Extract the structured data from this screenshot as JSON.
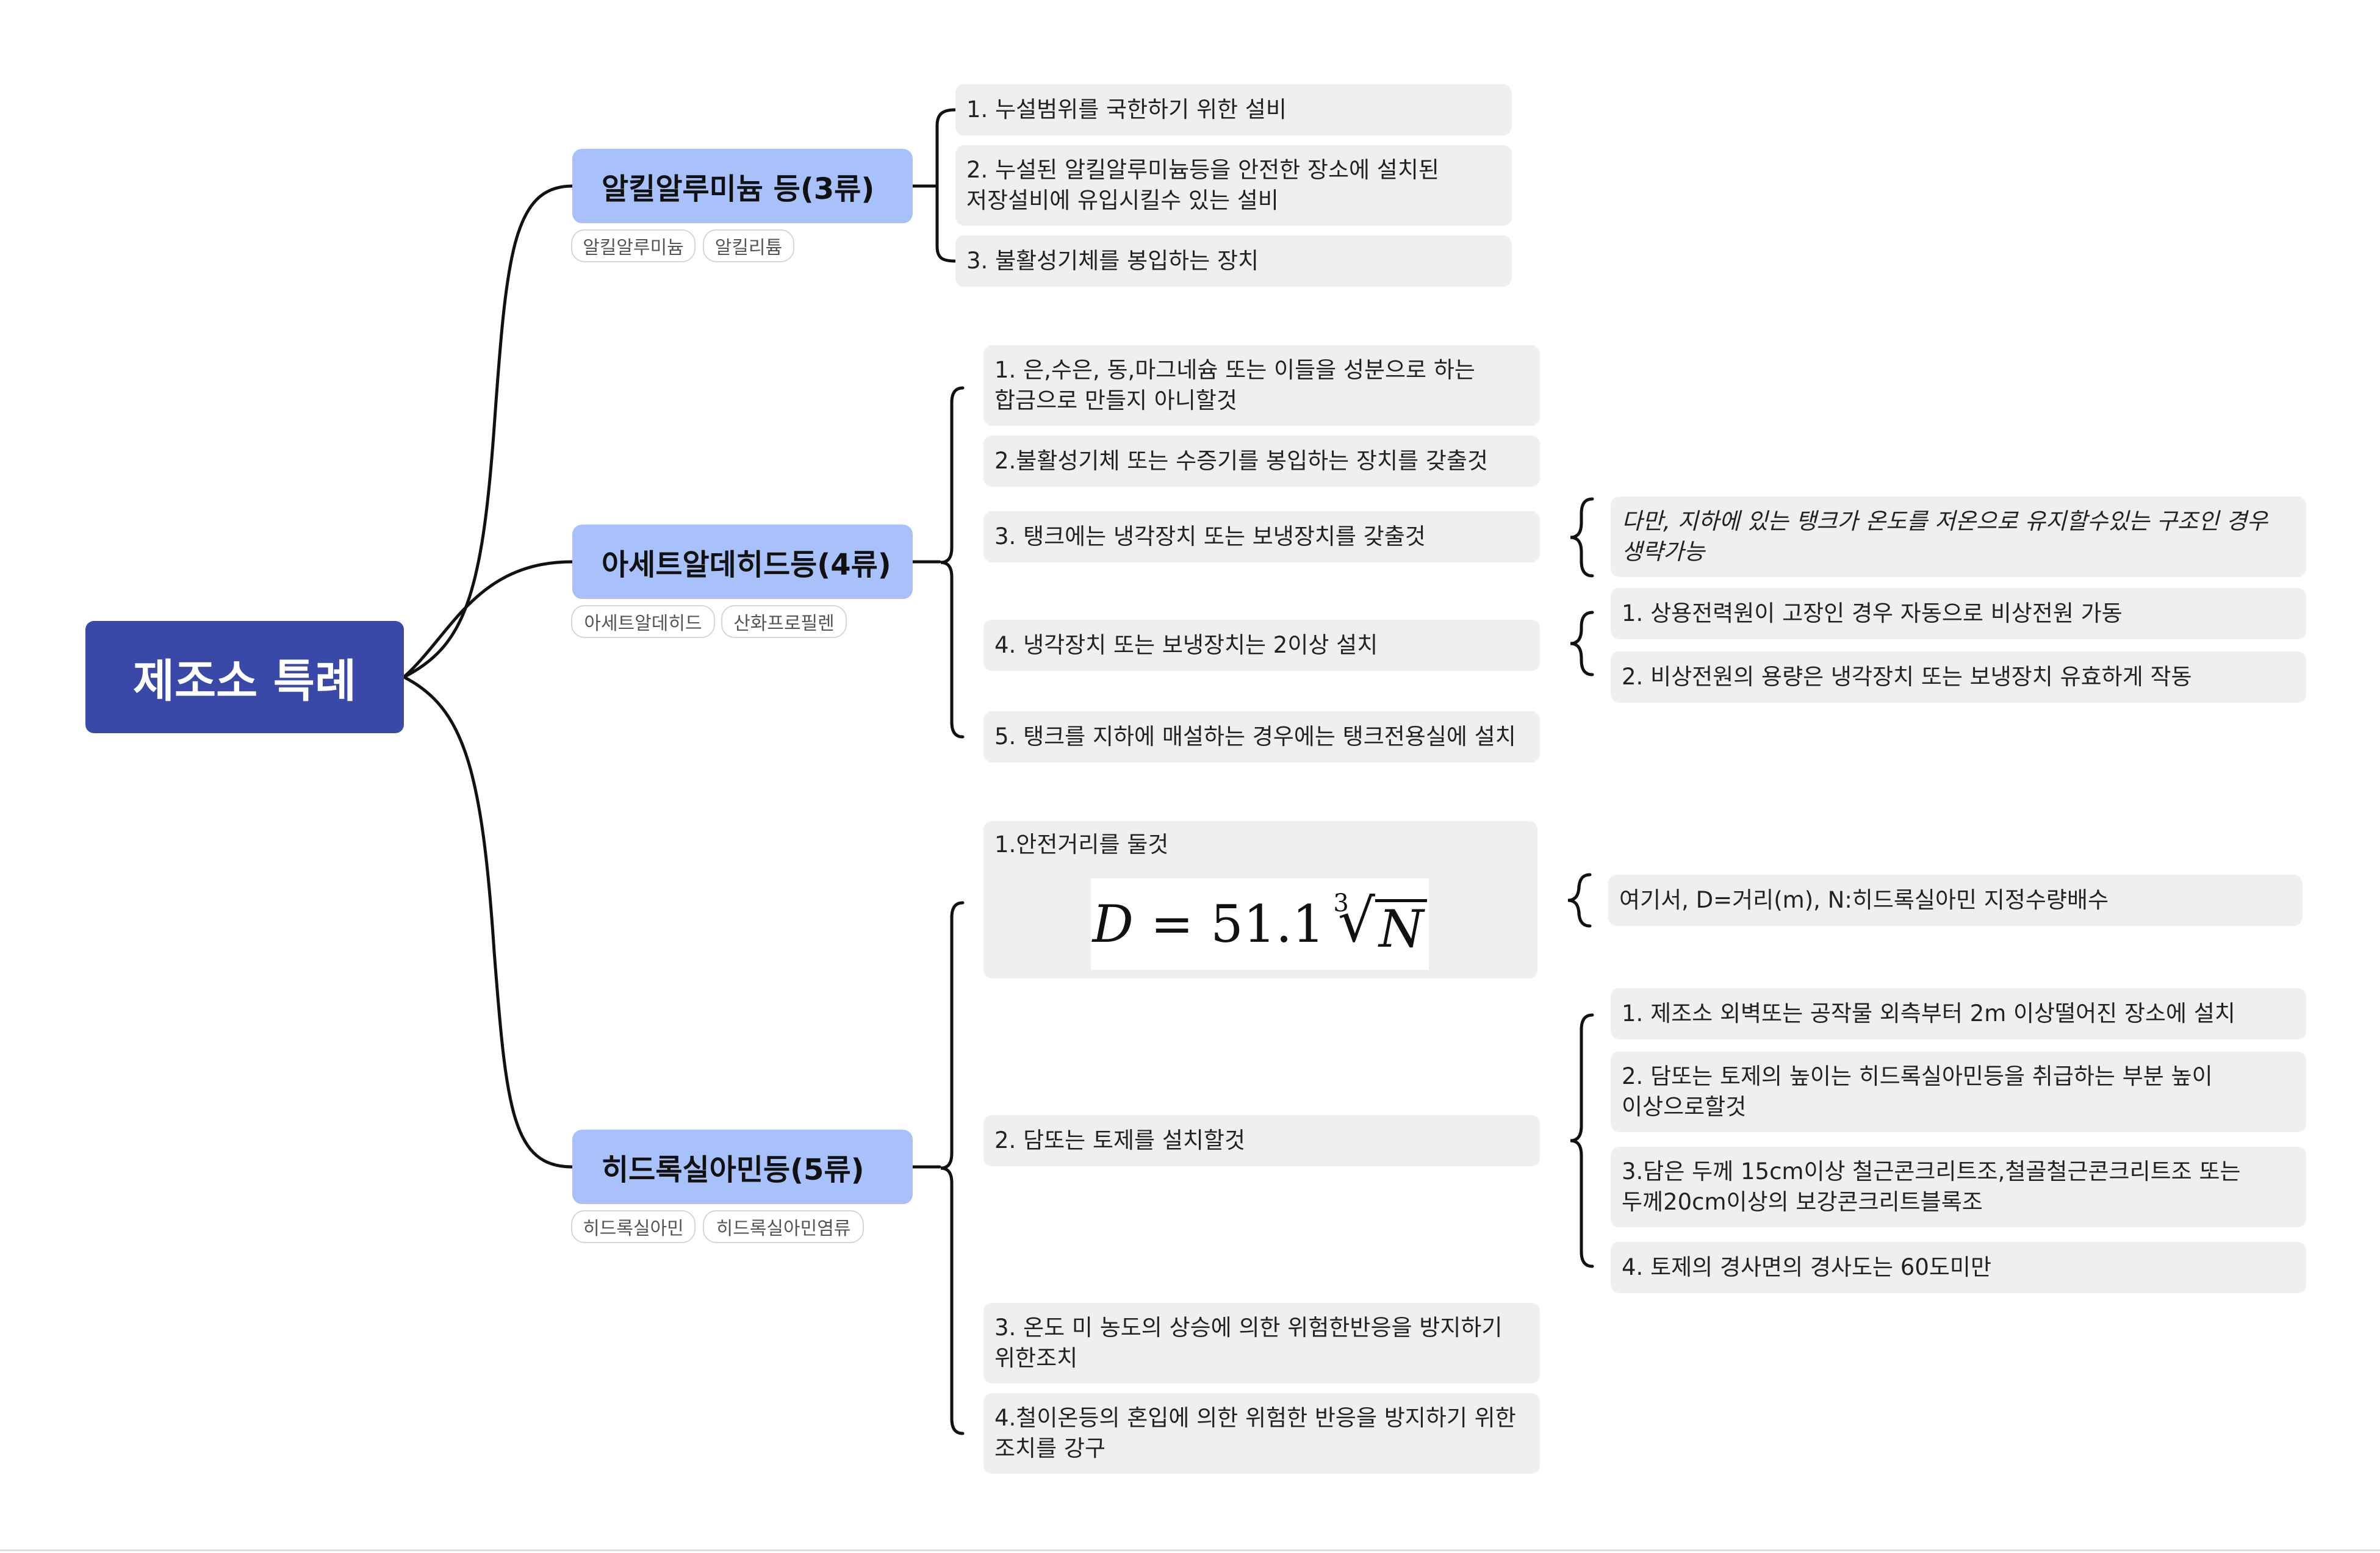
{
  "root": {
    "label": "제조소 특례"
  },
  "categories": [
    {
      "label": "알킬알루미늄 등(3류)",
      "tags": [
        "알킬알루미늄",
        "알킬리튬"
      ],
      "items": [
        {
          "lines": [
            "1. 누설범위를 국한하기 위한 설비"
          ]
        },
        {
          "lines": [
            "2. 누설된 알킬알루미늄등을 안전한 장소에 설치된",
            "저장설비에 유입시킬수 있는 설비"
          ]
        },
        {
          "lines": [
            "3. 불활성기체를 봉입하는 장치"
          ]
        }
      ]
    },
    {
      "label": "아세트알데히드등(4류)",
      "tags": [
        "아세트알데히드",
        "산화프로필렌"
      ],
      "items": [
        {
          "lines": [
            "1. 은,수은, 동,마그네슘 또는 이들을 성분으로 하는",
            "합금으로 만들지 아니할것"
          ]
        },
        {
          "lines": [
            "2.불활성기체 또는 수증기를 봉입하는 장치를 갖출것"
          ]
        },
        {
          "lines": [
            "3. 탱크에는 냉각장치 또는 보냉장치를 갖출것"
          ],
          "notes": [
            {
              "lines": [
                "다만, 지하에 있는 탱크가 온도를 저온으로 유지할수있는 구조인 경우",
                "생략가능"
              ]
            }
          ]
        },
        {
          "lines": [
            "4. 냉각장치 또는 보냉장치는 2이상 설치"
          ],
          "notes": [
            {
              "lines": [
                "1. 상용전력원이 고장인 경우 자동으로 비상전원 가동"
              ]
            },
            {
              "lines": [
                "2. 비상전원의 용량은 냉각장치 또는 보냉장치 유효하게 작동"
              ]
            }
          ]
        },
        {
          "lines": [
            "5. 탱크를 지하에 매설하는 경우에는 탱크전용실에 설치"
          ]
        }
      ]
    },
    {
      "label": "히드록실아민등(5류)",
      "tags": [
        "히드록실아민",
        "히드록실아민염류"
      ],
      "items": [
        {
          "lines": [
            "1.안전거리를 둘것"
          ],
          "formula": {
            "var": "D",
            "op": "=",
            "coef": "51.1",
            "index": "3",
            "radicand": "N"
          },
          "notes": [
            {
              "lines": [
                "여기서, D=거리(m), N:히드록실아민 지정수량배수"
              ]
            }
          ]
        },
        {
          "lines": [
            "2. 담또는 토제를 설치할것"
          ],
          "notes": [
            {
              "lines": [
                "1. 제조소 외벽또는 공작물 외측부터 2m 이상떨어진 장소에 설치"
              ]
            },
            {
              "lines": [
                "2. 담또는 토제의 높이는 히드록실아민등을 취급하는 부분 높이",
                "이상으로할것"
              ]
            },
            {
              "lines": [
                "3.담은 두께 15cm이상 철근콘크리트조,철골철근콘크리트조 또는",
                "두께20cm이상의 보강콘크리트블록조"
              ]
            },
            {
              "lines": [
                "4. 토제의 경사면의 경사도는 60도미만"
              ]
            }
          ]
        },
        {
          "lines": [
            "3. 온도 미 농도의 상승에 의한 위험한반응을 방지하기",
            "위한조치"
          ]
        },
        {
          "lines": [
            "4.철이온등의 혼입에 의한 위험한 반응을 방지하기 위한",
            "조치를 강구"
          ]
        }
      ]
    }
  ]
}
